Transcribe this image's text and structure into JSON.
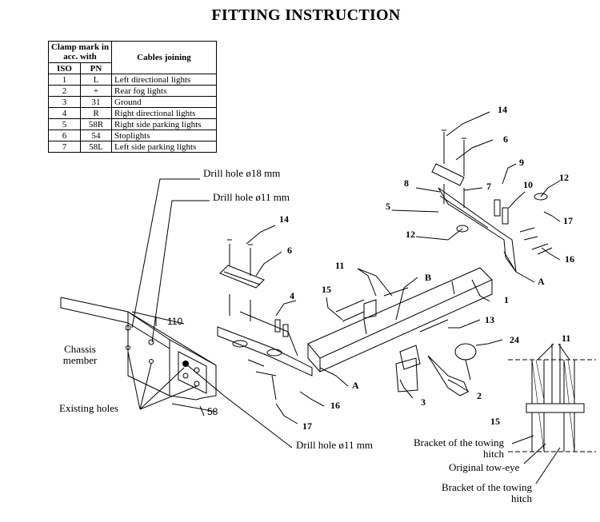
{
  "title": "FITTING INSTRUCTION",
  "table": {
    "header_clamp": "Clamp mark in acc. with",
    "header_cables": "Cables joining",
    "col_iso": "ISO",
    "col_pn": "PN",
    "rows": [
      {
        "iso": "1",
        "pn": "L",
        "desc": "Left directional lights"
      },
      {
        "iso": "2",
        "pn": "+",
        "desc": "Rear fog lights"
      },
      {
        "iso": "3",
        "pn": "31",
        "desc": "Ground"
      },
      {
        "iso": "4",
        "pn": "R",
        "desc": "Right directional lights"
      },
      {
        "iso": "5",
        "pn": "58R",
        "desc": "Right side parking lights"
      },
      {
        "iso": "6",
        "pn": "54",
        "desc": "Stoplights"
      },
      {
        "iso": "7",
        "pn": "58L",
        "desc": "Left side parking lights"
      }
    ]
  },
  "labels": {
    "drill18": "Drill hole ø18 mm",
    "drill11_top": "Drill hole ø11 mm",
    "drill11_bottom": "Drill hole ø11 mm",
    "chassis": "Chassis member",
    "existing": "Existing holes",
    "dim110": "110",
    "dim58": "58",
    "bracket1": "Bracket of the towing hitch",
    "tow_eye": "Original tow-eye",
    "bracket2": "Bracket of the towing hitch"
  },
  "parts": {
    "p1": "1",
    "p2": "2",
    "p3": "3",
    "p4": "4",
    "p5": "5",
    "p6a": "6",
    "p6b": "6",
    "p7": "7",
    "p8": "8",
    "p9": "9",
    "p10": "10",
    "p11a": "11",
    "p11b": "11",
    "p12a": "12",
    "p12b": "12",
    "p13": "13",
    "p14a": "14",
    "p14b": "14",
    "p15a": "15",
    "p15b": "15",
    "p16a": "16",
    "p16b": "16",
    "p17a": "17",
    "p17b": "17",
    "p24": "24",
    "pA1": "A",
    "pA2": "A",
    "pB": "B"
  }
}
